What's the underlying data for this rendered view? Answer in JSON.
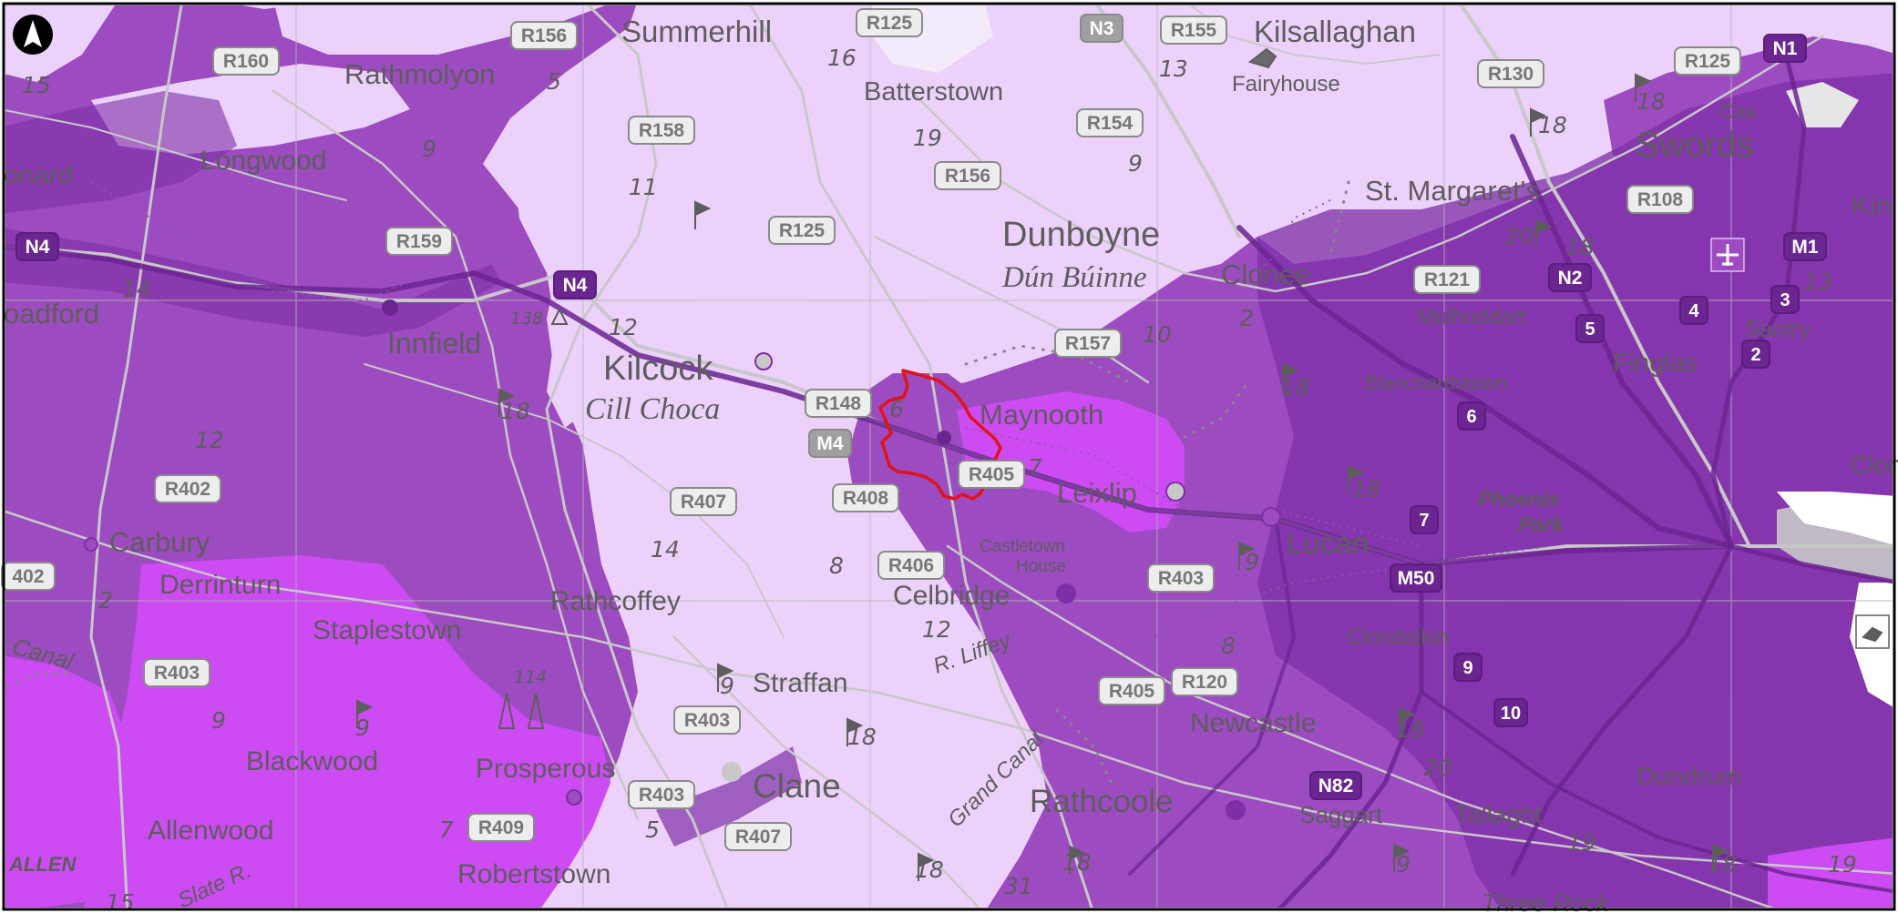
{
  "map": {
    "colors": {
      "zone_pale": "#ecd2fb",
      "zone_mid": "#9c4bc0",
      "zone_dark": "#7e2ea7",
      "zone_bright": "#cc4bf3",
      "boundary": "#e0121a",
      "base_road": "#c8c8c8",
      "label": "#5d5d5d"
    },
    "north_arrow_icon": "north-arrow-icon",
    "boundary_icon": "boundary-outline",
    "places": {
      "summerhill": "Summerhill",
      "rathmolyon": "Rathmolyon",
      "longwood": "Longwood",
      "leonard": "onard",
      "batterstown": "Batterstown",
      "kilsallaghan": "Kilsallaghan",
      "fairyhouse": "Fairyhouse",
      "swords": "Swords",
      "st_margarets": "St. Margaret's",
      "cas": "Cas",
      "kin": "Kin",
      "dunboyne": "Dunboyne",
      "dunboyne_ga": "Dún Búinne",
      "clonee": "Clonee",
      "mulhuddart": "Mulhuddart",
      "santry": "Santry",
      "finglas": "Finglas",
      "broadford": "oadford",
      "innfield": "Innfield",
      "kilcock": "Kilcock",
      "kilcock_ga": "Cill Choca",
      "maynooth": "Maynooth",
      "blanchardstown": "Blanchardstown",
      "clon": "Clon",
      "phoenix": "Phoenix",
      "park": "Park",
      "leixlip": "Leixlip",
      "carbury": "Carbury",
      "lucan": "Lucan",
      "castletown": "Castletown",
      "house": "House",
      "derrinturn": "Derrinturn",
      "rathcoffey": "Rathcoffey",
      "celbridge": "Celbridge",
      "staplestown": "Staplestown",
      "clondalkin": "Clondalkin",
      "canal": "Canal",
      "straffan": "Straffan",
      "r_liffey": "R. Liffey",
      "newcastle": "Newcastle",
      "blackwood": "Blackwood",
      "prosperous": "Prosperous",
      "clane": "Clane",
      "rathcoole": "Rathcoole",
      "dundrum": "Dundrum",
      "allenwood": "Allenwood",
      "saggart": "Saggart",
      "tallaght": "Tallaght",
      "grand_canal": "Grand Canal",
      "allen": "ALLEN",
      "slate_r": "Slate R.",
      "robertstown": "Robertstown",
      "three_rock": "Three Rock"
    },
    "grid_numbers": {
      "n15": "15",
      "n5": "5",
      "n16": "16",
      "n13": "13",
      "n9a": "9",
      "n19": "19",
      "n9b": "9",
      "n18a": "18",
      "n11": "11",
      "n18b": "18",
      "n20": "20",
      "n18c": "18",
      "n14": "14",
      "n138": "138",
      "n12a": "12",
      "n10": "10",
      "n2a": "2",
      "n18d": "18",
      "n13b": "13",
      "n6": "6",
      "n18e": "18",
      "n12b": "12",
      "n7": "7",
      "n18f": "18",
      "n14b": "14",
      "n8": "8",
      "n9c": "9",
      "n2b": "2",
      "n8b": "8",
      "n12c": "12",
      "n9d": "9",
      "n114": "114",
      "n9e": "9",
      "n9f": "9",
      "n18g": "18",
      "n18h": "18",
      "n20b": "20",
      "n7b": "7",
      "n5b": "5",
      "n15b": "15",
      "n18i": "18",
      "n31": "31",
      "n18j": "18",
      "n19b": "19",
      "n9g": "9",
      "n18k": "18",
      "n19c": "19"
    },
    "road_shields": {
      "r156": "R156",
      "r125a": "R125",
      "n3": "N3",
      "r155": "R155",
      "r160": "R160",
      "r130": "R130",
      "r125b": "R125",
      "n1": "N1",
      "r158": "R158",
      "r154": "R154",
      "r156b": "R156",
      "r108": "R108",
      "r125c": "R125",
      "r159": "R159",
      "n4a": "N4",
      "n4b": "N4",
      "m1": "M1",
      "r121": "R121",
      "n2": "N2",
      "j4": "4",
      "j3": "3",
      "j5": "5",
      "r157": "R157",
      "j2": "2",
      "r148": "R148",
      "j6": "6",
      "m4": "M4",
      "r405a": "R405",
      "r402a": "R402",
      "r407": "R407",
      "r408": "R408",
      "j7": "7",
      "r402b": "402",
      "r406": "R406",
      "r403a": "R403",
      "m50": "M50",
      "r403b": "R403",
      "j9": "9",
      "r405b": "R405",
      "r120": "R120",
      "j10": "10",
      "r403c": "R403",
      "n82": "N82",
      "r403d": "R403",
      "r409": "R409",
      "r407b": "R407"
    }
  }
}
